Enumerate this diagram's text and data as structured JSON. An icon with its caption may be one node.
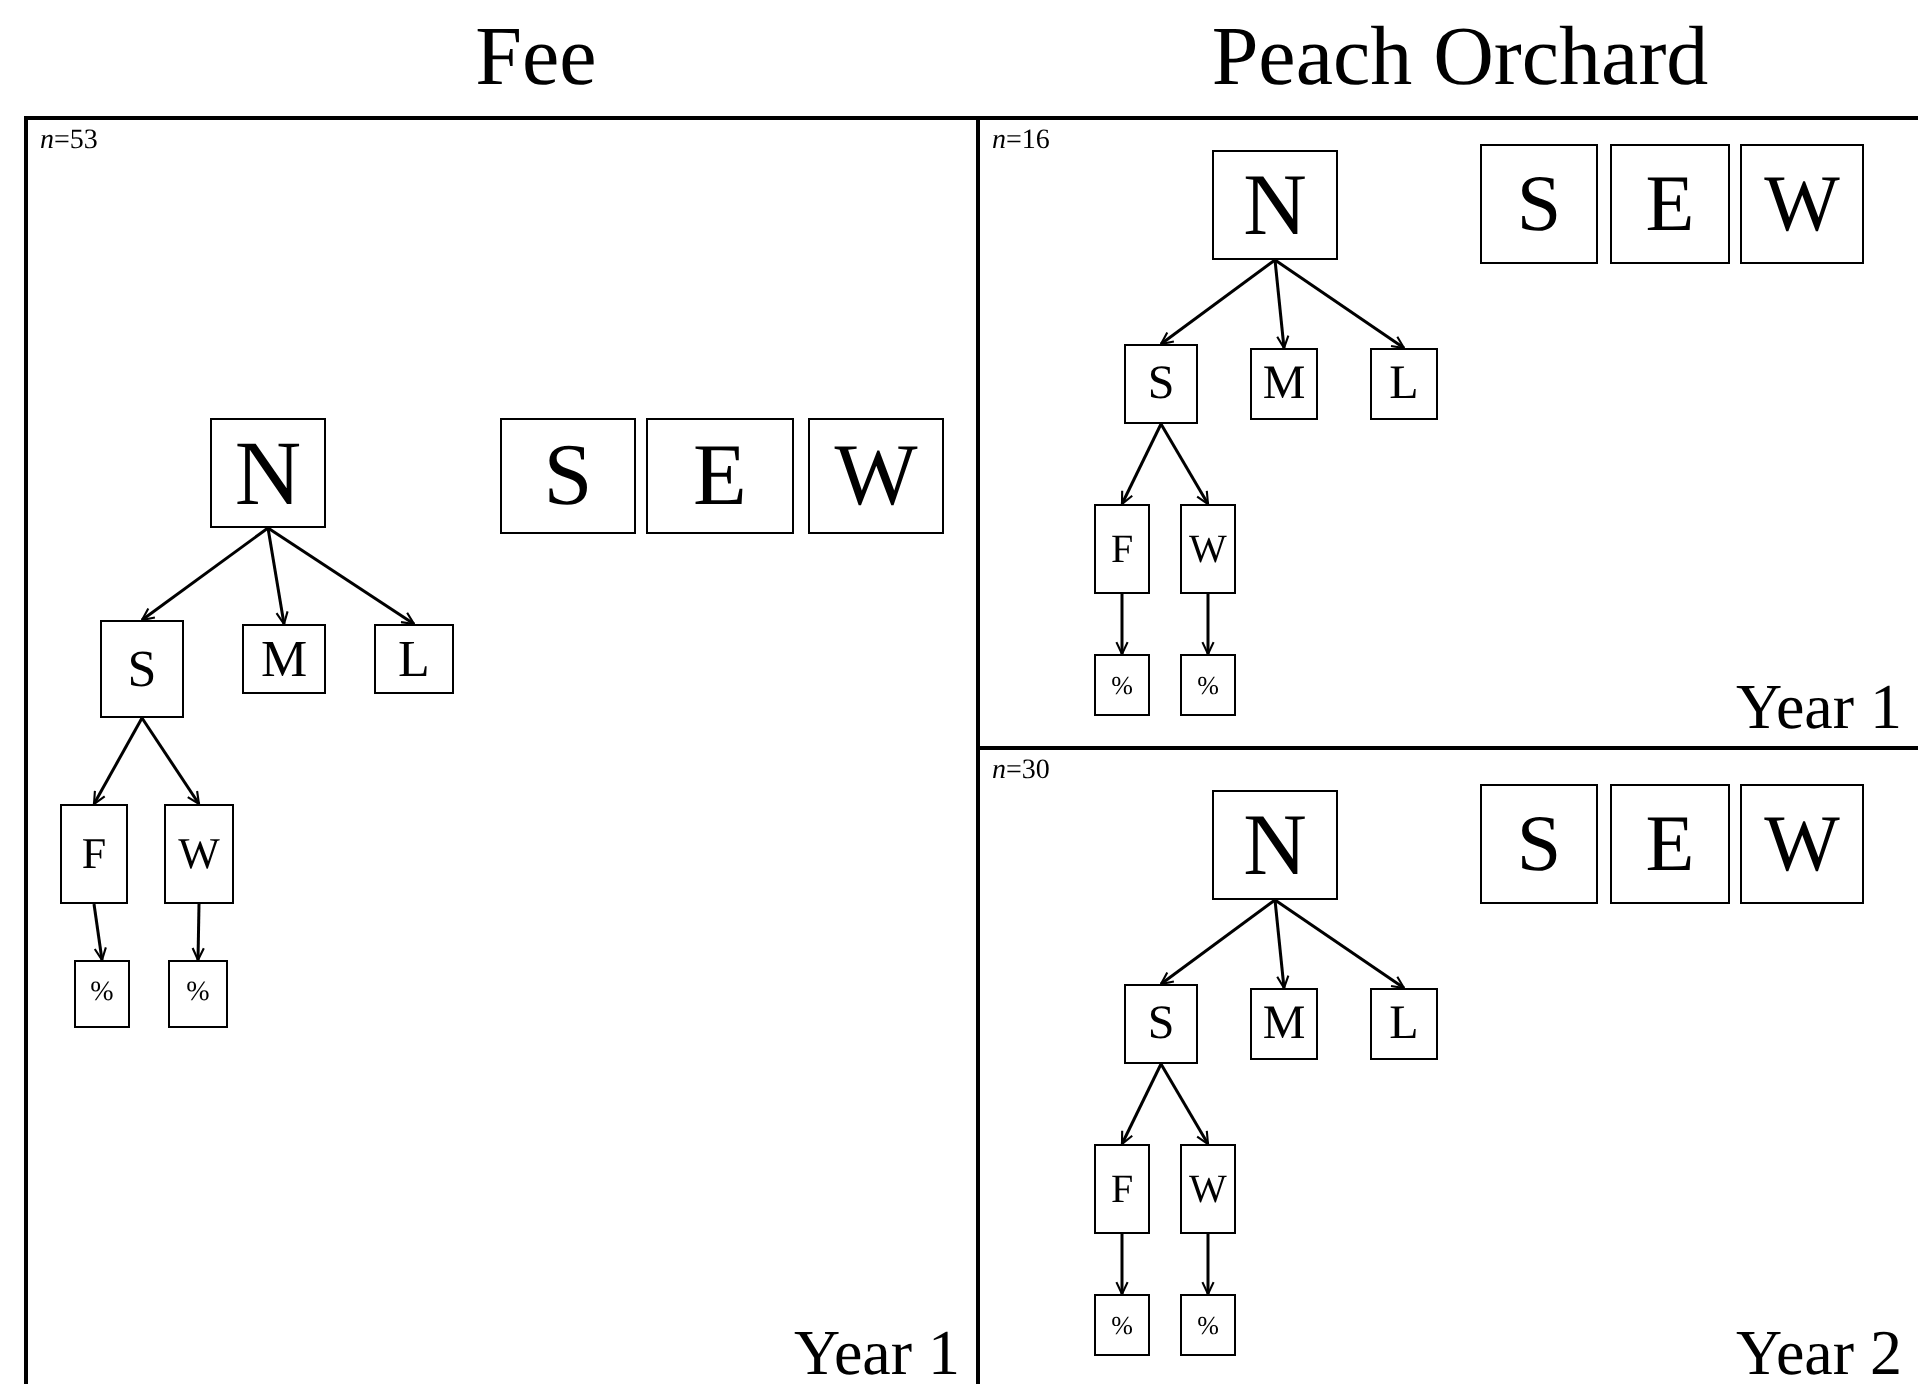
{
  "diagram": {
    "nodes": [
      {
        "text": [
          "*n*=53",
          "Year 1"
        ]
      },
      {
        "text": [
          "N"
        ],
        "in": 0
      },
      {
        "text": [
          "S"
        ],
        "in": 0
      },
      {
        "text": [
          "M"
        ],
        "in": 0
      },
      {
        "text": [
          "L"
        ],
        "in": 0
      },
      {
        "text": [
          "F"
        ],
        "in": 0
      },
      {
        "text": [
          "W"
        ],
        "in": 0
      },
      {
        "text": [
          "%"
        ],
        "in": 0
      },
      {
        "text": [
          "%"
        ],
        "in": 0
      },
      {
        "text": [
          "S"
        ],
        "in": 0
      },
      {
        "text": [
          "E"
        ],
        "in": 0
      },
      {
        "text": [
          "W"
        ],
        "in": 0
      },
      {
        "text": [
          "*n*=16",
          "Year 1"
        ]
      },
      {
        "text": [
          "N"
        ],
        "in": 12
      },
      {
        "text": [
          "S"
        ],
        "in": 12
      },
      {
        "text": [
          "M"
        ],
        "in": 12
      },
      {
        "text": [
          "L"
        ],
        "in": 12
      },
      {
        "text": [
          "F"
        ],
        "in": 12
      },
      {
        "text": [
          "W"
        ],
        "in": 12
      },
      {
        "text": [
          "%"
        ],
        "in": 12
      },
      {
        "text": [
          "%"
        ],
        "in": 12
      },
      {
        "text": [
          "S"
        ],
        "in": 12
      },
      {
        "text": [
          "E"
        ],
        "in": 12
      },
      {
        "text": [
          "W"
        ],
        "in": 12
      },
      {
        "text": [
          "*n*=30",
          "Year 2"
        ]
      },
      {
        "text": [
          "N"
        ],
        "in": 24
      },
      {
        "text": [
          "S"
        ],
        "in": 24
      },
      {
        "text": [
          "M"
        ],
        "in": 24
      },
      {
        "text": [
          "L"
        ],
        "in": 24
      },
      {
        "text": [
          "F"
        ],
        "in": 24
      },
      {
        "text": [
          "W"
        ],
        "in": 24
      },
      {
        "text": [
          "%"
        ],
        "in": 24
      },
      {
        "text": [
          "%"
        ],
        "in": 24
      },
      {
        "text": [
          "S"
        ],
        "in": 24
      },
      {
        "text": [
          "E"
        ],
        "in": 24
      },
      {
        "text": [
          "W"
        ],
        "in": 24
      }
    ],
    "edges": [
      {
        "from": 1,
        "to": 2,
        "arrow": "to"
      },
      {
        "from": 1,
        "to": 3,
        "arrow": "to"
      },
      {
        "from": 1,
        "to": 4,
        "arrow": "to"
      },
      {
        "from": 2,
        "to": 5,
        "arrow": "to"
      },
      {
        "from": 2,
        "to": 6,
        "arrow": "to"
      },
      {
        "from": 5,
        "to": 7,
        "arrow": "to"
      },
      {
        "from": 6,
        "to": 8,
        "arrow": "to"
      },
      {
        "from": 13,
        "to": 14,
        "arrow": "to"
      },
      {
        "from": 13,
        "to": 15,
        "arrow": "to"
      },
      {
        "from": 13,
        "to": 16,
        "arrow": "to"
      },
      {
        "from": 14,
        "to": 17,
        "arrow": "to"
      },
      {
        "from": 14,
        "to": 18,
        "arrow": "to"
      },
      {
        "from": 17,
        "to": 19,
        "arrow": "to"
      },
      {
        "from": 18,
        "to": 20,
        "arrow": "to"
      },
      {
        "from": 25,
        "to": 26,
        "arrow": "to"
      },
      {
        "from": 25,
        "to": 27,
        "arrow": "to"
      },
      {
        "from": 25,
        "to": 28,
        "arrow": "to"
      },
      {
        "from": 26,
        "to": 29,
        "arrow": "to"
      },
      {
        "from": 26,
        "to": 30,
        "arrow": "to"
      },
      {
        "from": 29,
        "to": 31,
        "arrow": "to"
      },
      {
        "from": 30,
        "to": 32,
        "arrow": "to"
      }
    ],
    "labels": [
      "Fee",
      "Peach Orchard"
    ]
  }
}
